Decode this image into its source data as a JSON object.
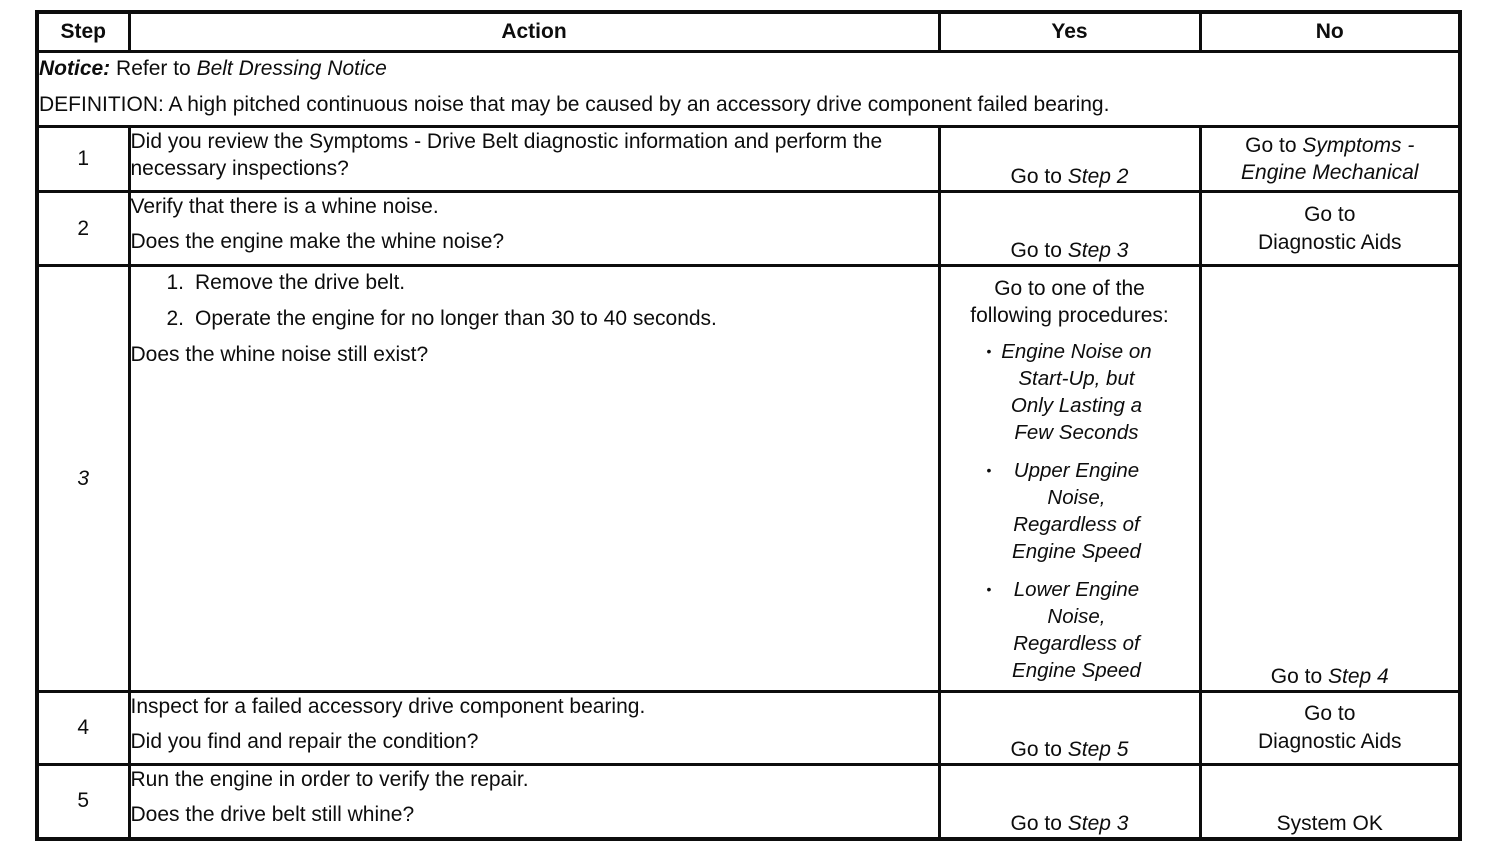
{
  "table": {
    "headers": {
      "step": "Step",
      "action": "Action",
      "yes": "Yes",
      "no": "No"
    },
    "notice": {
      "label": "Notice:",
      "body": " Refer to ",
      "reference": "Belt Dressing Notice"
    },
    "definition": "DEFINITION: A high pitched continuous noise that may be caused by an accessory drive component failed bearing.",
    "rows": [
      {
        "step": "1",
        "action": {
          "paragraphs": [
            "Did you review the Symptoms - Drive Belt diagnostic information and perform the necessary inspections?"
          ]
        },
        "yes": {
          "prefix": "Go to ",
          "target": "Step 2"
        },
        "no": {
          "prefix": "Go to ",
          "target": "Symptoms - Engine Mechanical"
        }
      },
      {
        "step": "2",
        "action": {
          "paragraphs": [
            "Verify that there is a whine noise.",
            "Does the engine make the whine noise?"
          ]
        },
        "yes": {
          "prefix": "Go to ",
          "target": "Step 3"
        },
        "no": {
          "line1": "Go to",
          "line2": "Diagnostic Aids"
        }
      },
      {
        "step": "3",
        "action": {
          "numbered": [
            {
              "num": "1.",
              "text": "Remove the drive belt."
            },
            {
              "num": "2.",
              "text": "Operate the engine for no longer than 30 to 40 seconds."
            }
          ],
          "question": "Does the whine noise still exist?"
        },
        "yes": {
          "intro": "Go to one of the following procedures:",
          "bullet_glyph": "•",
          "bullets": [
            "Engine Noise on Start-Up, but Only Lasting a Few Seconds",
            "Upper Engine Noise, Regardless of Engine Speed",
            "Lower Engine Noise, Regardless of Engine Speed"
          ]
        },
        "no": {
          "prefix": "Go to ",
          "target": "Step 4"
        }
      },
      {
        "step": "4",
        "action": {
          "paragraphs": [
            "Inspect for a failed accessory drive component bearing.",
            "Did you find and repair the condition?"
          ]
        },
        "yes": {
          "prefix": "Go to ",
          "target": "Step 5"
        },
        "no": {
          "line1": "Go to",
          "line2": "Diagnostic Aids"
        }
      },
      {
        "step": "5",
        "action": {
          "paragraphs": [
            "Run the engine in order to verify the repair.",
            "Does the drive belt still whine?"
          ]
        },
        "yes": {
          "prefix": "Go to ",
          "target": "Step 3"
        },
        "no": {
          "text": "System OK"
        }
      }
    ]
  }
}
